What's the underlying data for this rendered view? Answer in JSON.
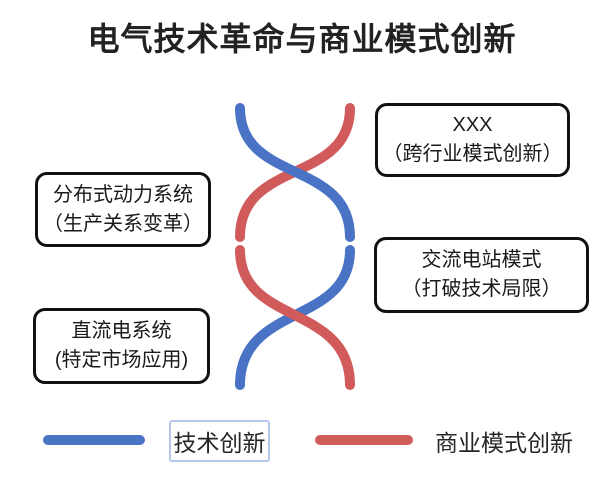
{
  "title": "电气技术革命与商业模式创新",
  "colors": {
    "tech": "#4a73c6",
    "business": "#d15b5b",
    "text": "#222222",
    "box_border": "#111111",
    "selection_border": "#b6c7ee"
  },
  "boxes": [
    {
      "id": "cross-industry",
      "line1": "XXX",
      "line2": "（跨行业模式创新）"
    },
    {
      "id": "distributed-power",
      "line1": "分布式动力系统",
      "line2": "（生产关系变革）"
    },
    {
      "id": "ac-station",
      "line1": "交流电站模式",
      "line2": "（打破技术局限）"
    },
    {
      "id": "dc-system",
      "line1": "直流电系统",
      "line2": "(特定市场应用)"
    }
  ],
  "helix": {
    "strand_count": 2,
    "crossings": 2,
    "tech_strand": "技术创新",
    "business_strand": "商业模式创新"
  },
  "legend": [
    {
      "label": "技术创新",
      "color": "#4a73c6",
      "selected": true
    },
    {
      "label": "商业模式创新",
      "color": "#d15b5b",
      "selected": false
    }
  ]
}
